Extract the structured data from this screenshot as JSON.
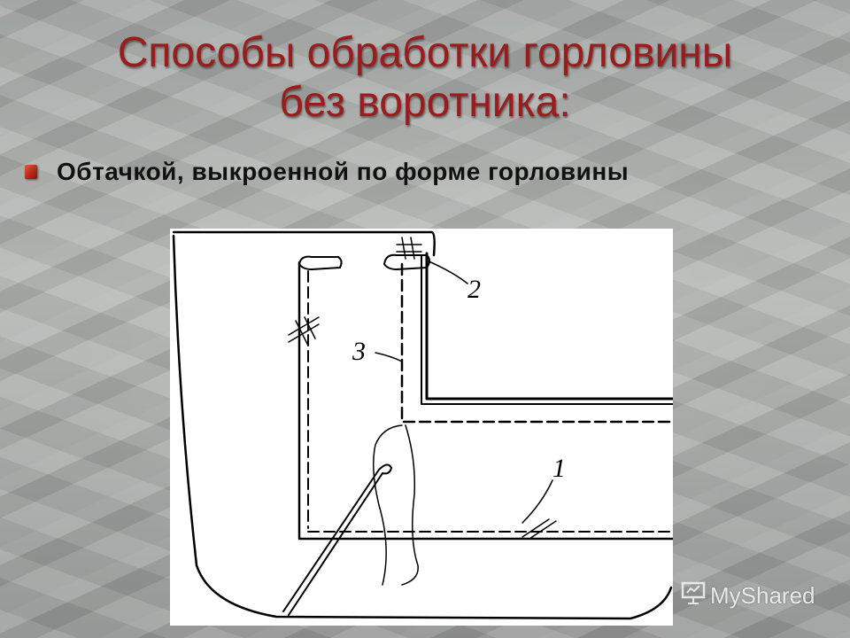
{
  "slide": {
    "title_line1": "Способы обработки горловины",
    "title_line2": "без воротника:",
    "bullet_text": "Обтачкой, выкроенной по форме горловины",
    "title_color": "#9a1d1d",
    "bullet_color": "#c0301e"
  },
  "figure": {
    "label_1": "1",
    "label_2": "2",
    "label_3": "3"
  },
  "watermark": {
    "text": "MyShared",
    "icon": "presentation-board-icon"
  }
}
